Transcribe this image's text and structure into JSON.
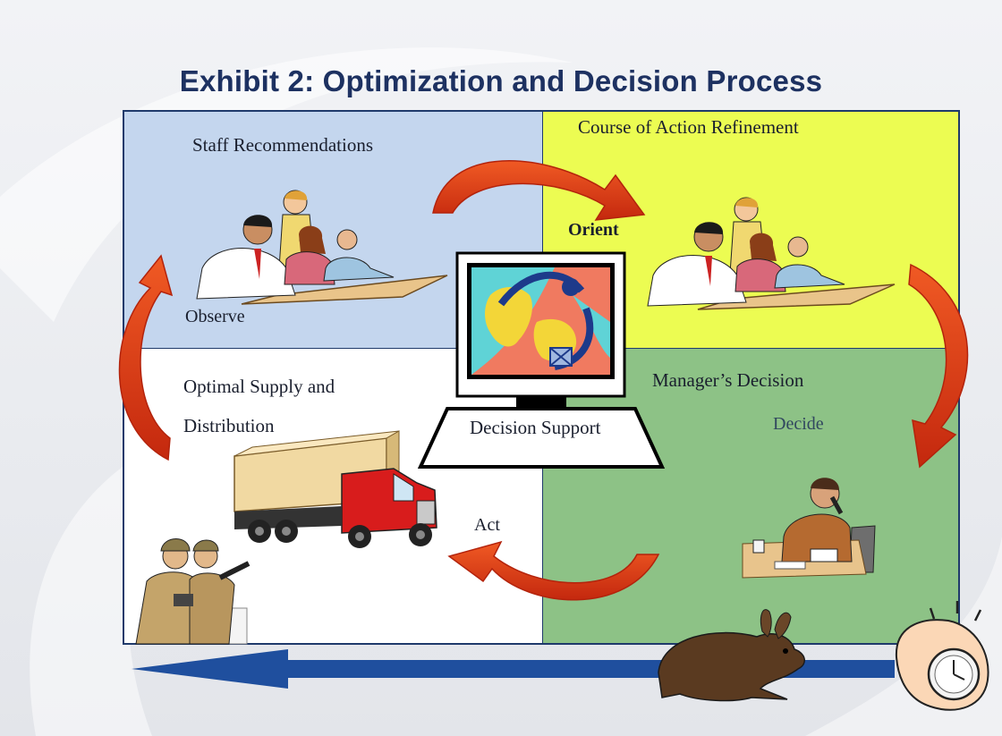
{
  "title": "Exhibit 2: Optimization and Decision Process",
  "quadrants": {
    "top_left": {
      "heading": "Staff Recommendations",
      "step": "Observe"
    },
    "top_right": {
      "heading": "Course of Action Refinement",
      "step": "Orient"
    },
    "bottom_left": {
      "heading_line1": "Optimal Supply and",
      "heading_line2": "Distribution",
      "step": "Act"
    },
    "bottom_right": {
      "heading": "Manager’s Decision",
      "step": "Decide"
    }
  },
  "center": {
    "label": "Decision Support"
  },
  "colors": {
    "title": "#1d3161",
    "top_left": "#c4d6ee",
    "top_right": "#ecfc52",
    "bottom_left": "#ffffff",
    "bottom_right": "#8dc286",
    "cycle_arrow": "#d83a16",
    "timeline_arrow": "#1f4f9e"
  },
  "icons": [
    "meeting-clipart",
    "computer-monitor-icon",
    "truck-clipart",
    "soldiers-clipart",
    "phone-manager-clipart",
    "rabbit-clipart",
    "stopwatch-icon"
  ]
}
